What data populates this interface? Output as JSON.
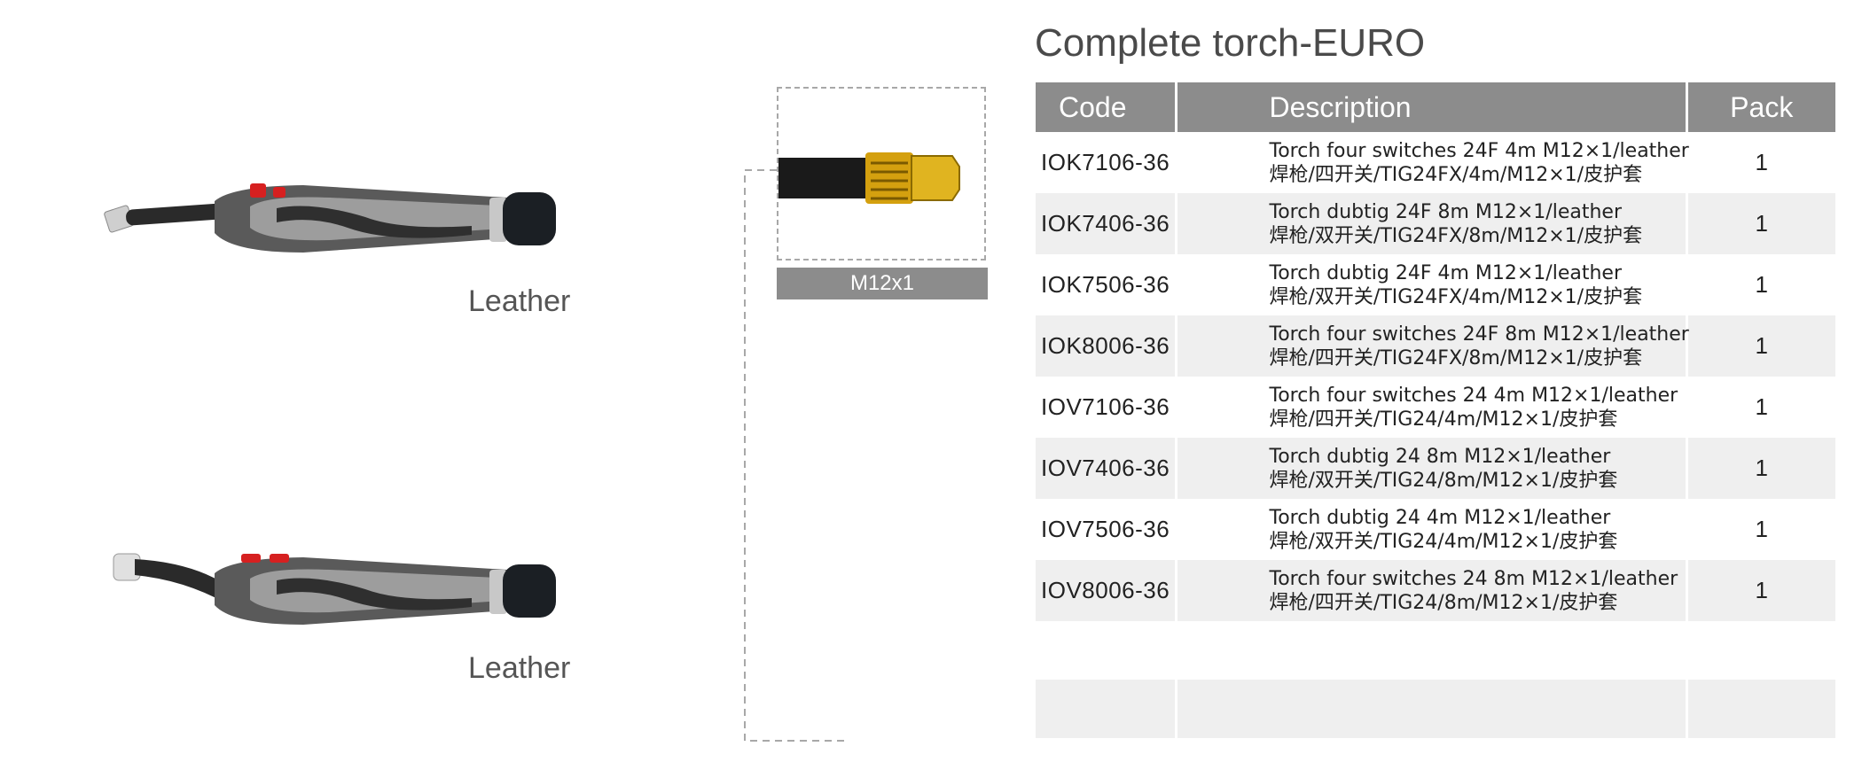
{
  "title": "Complete torch-EURO",
  "torches": [
    {
      "label": "Leather"
    },
    {
      "label": "Leather"
    }
  ],
  "connector_label": "M12x1",
  "table": {
    "headers": {
      "code": "Code",
      "description": "Description",
      "pack": "Pack"
    },
    "rows": [
      {
        "code": "IOK7106-36",
        "desc_en": "Torch four switches 24F 4m M12×1/leather",
        "desc_cn": "焊枪/四开关/TIG24FX/4m/M12×1/皮护套",
        "pack": "1"
      },
      {
        "code": "IOK7406-36",
        "desc_en": "Torch dubtig 24F 8m M12×1/leather",
        "desc_cn": "焊枪/双开关/TIG24FX/8m/M12×1/皮护套",
        "pack": "1"
      },
      {
        "code": "IOK7506-36",
        "desc_en": "Torch dubtig 24F 4m M12×1/leather",
        "desc_cn": "焊枪/双开关/TIG24FX/4m/M12×1/皮护套",
        "pack": "1"
      },
      {
        "code": "IOK8006-36",
        "desc_en": "Torch four switches 24F 8m M12×1/leather",
        "desc_cn": "焊枪/四开关/TIG24FX/8m/M12×1/皮护套",
        "pack": "1"
      },
      {
        "code": "IOV7106-36",
        "desc_en": "Torch four switches 24 4m M12×1/leather",
        "desc_cn": "焊枪/四开关/TIG24/4m/M12×1/皮护套",
        "pack": "1"
      },
      {
        "code": "IOV7406-36",
        "desc_en": "Torch dubtig 24 8m M12×1/leather",
        "desc_cn": "焊枪/双开关/TIG24/8m/M12×1/皮护套",
        "pack": "1"
      },
      {
        "code": "IOV7506-36",
        "desc_en": "Torch dubtig 24 4m M12×1/leather",
        "desc_cn": "焊枪/双开关/TIG24/4m/M12×1/皮护套",
        "pack": "1"
      },
      {
        "code": "IOV8006-36",
        "desc_en": "Torch four switches 24 8m M12×1/leather",
        "desc_cn": "焊枪/四开关/TIG24/8m/M12×1/皮护套",
        "pack": "1"
      }
    ]
  }
}
